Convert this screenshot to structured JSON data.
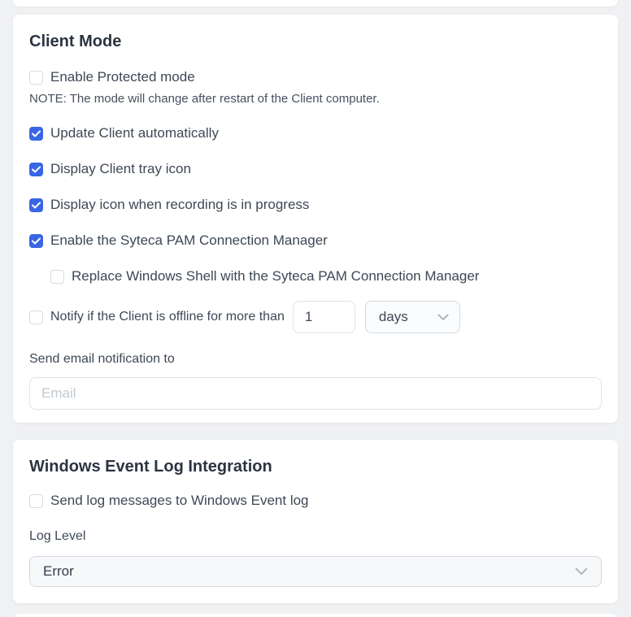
{
  "colors": {
    "accent": "#3866e4",
    "background": "#f0f1f3",
    "card": "#ffffff",
    "checkbox_border": "#d7dce2",
    "input_border": "#dfe3e9",
    "placeholder": "#c2c8d2"
  },
  "client_mode_card": {
    "title": "Client Mode",
    "protected_mode": {
      "label": "Enable Protected mode",
      "checked": false
    },
    "note": "NOTE: The mode will change after restart of the Client computer.",
    "update_client": {
      "label": "Update Client automatically",
      "checked": true
    },
    "tray_icon": {
      "label": "Display Client tray icon",
      "checked": true
    },
    "recording_icon": {
      "label": "Display icon when recording is in progress",
      "checked": true
    },
    "pam_manager": {
      "label": "Enable the Syteca PAM Connection Manager",
      "checked": true
    },
    "replace_shell": {
      "label": "Replace Windows Shell with the Syteca PAM Connection Manager",
      "checked": false
    },
    "notify_offline": {
      "label": "Notify if the Client is offline for more than",
      "checked": false,
      "value": "1",
      "unit": "days"
    },
    "email_label": "Send email notification to",
    "email_placeholder": "Email"
  },
  "event_log_card": {
    "title": "Windows Event Log Integration",
    "send_log": {
      "label": "Send log messages to Windows Event log",
      "checked": false
    },
    "log_level_label": "Log Level",
    "log_level_value": "Error"
  }
}
